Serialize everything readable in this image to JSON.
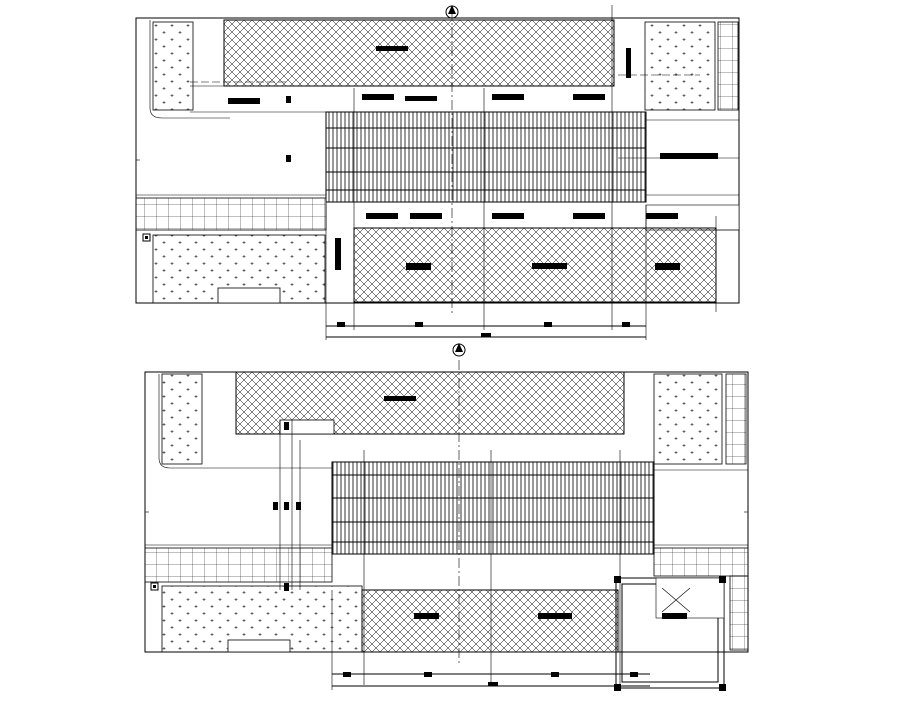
{
  "drawing": {
    "background": "#ffffff",
    "line_color": "#000000",
    "plans": [
      {
        "id": "upper-plan",
        "label_blocks": 16,
        "grid_lines": 5
      },
      {
        "id": "lower-plan",
        "label_blocks": 6,
        "grid_lines": 5
      }
    ],
    "patterns": [
      "crosshatch",
      "vertical-louvers",
      "stipple-landscape",
      "paving-grid"
    ],
    "icons": [
      "north-arrow-icon",
      "column-marker-icon"
    ]
  }
}
